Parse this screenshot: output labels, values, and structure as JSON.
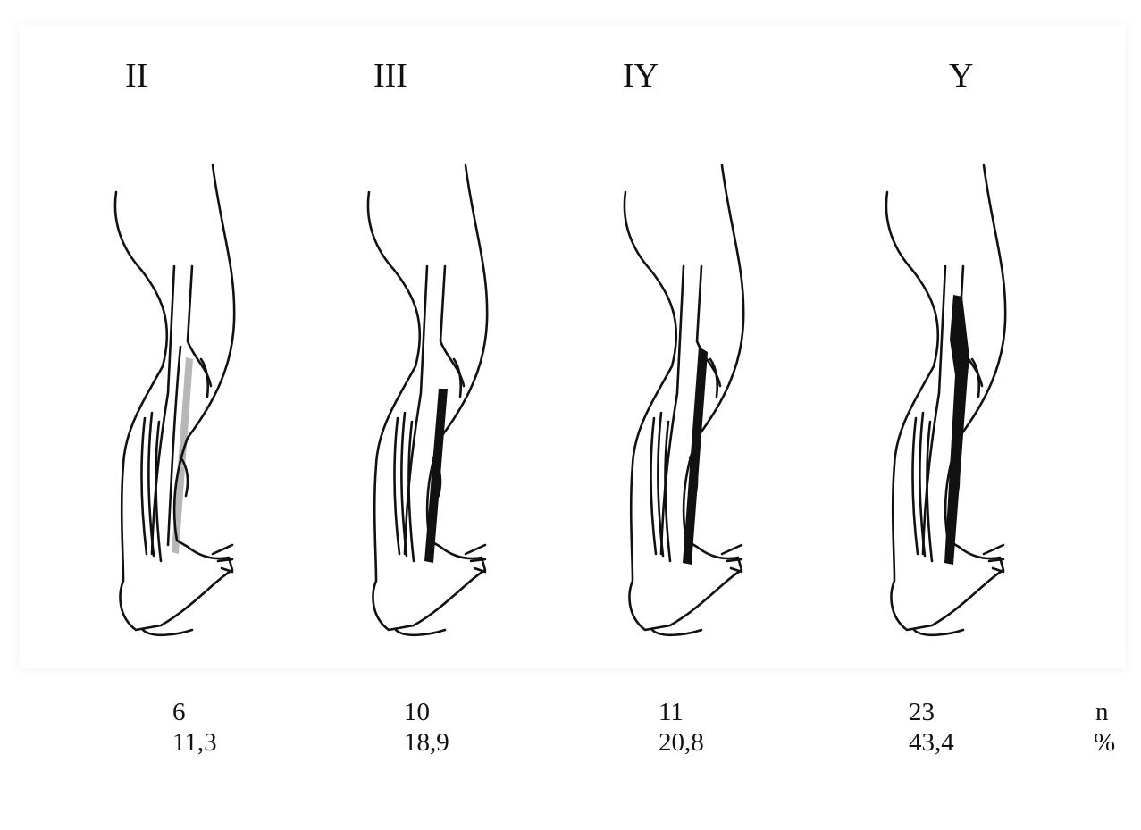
{
  "stages": [
    {
      "label": "II",
      "n": "6",
      "percent": "11,3"
    },
    {
      "label": "III",
      "n": "10",
      "percent": "18,9"
    },
    {
      "label": "IY",
      "n": "11",
      "percent": "20,8"
    },
    {
      "label": "Y",
      "n": "23",
      "percent": "43,4"
    }
  ],
  "units": {
    "count": "n",
    "percent": "%"
  }
}
